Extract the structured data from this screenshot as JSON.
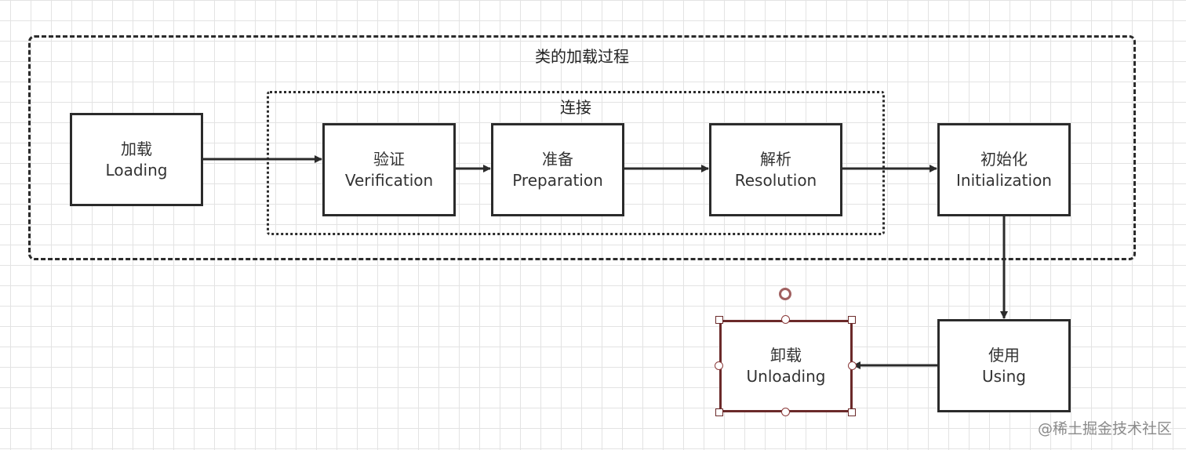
{
  "outer_frame": {
    "title": "类的加载过程"
  },
  "inner_frame": {
    "title": "连接"
  },
  "nodes": {
    "loading": {
      "zh": "加载",
      "en": "Loading"
    },
    "verification": {
      "zh": "验证",
      "en": "Verification"
    },
    "preparation": {
      "zh": "准备",
      "en": "Preparation"
    },
    "resolution": {
      "zh": "解析",
      "en": "Resolution"
    },
    "initialization": {
      "zh": "初始化",
      "en": "Initialization"
    },
    "using": {
      "zh": "使用",
      "en": "Using"
    },
    "unloading": {
      "zh": "卸载",
      "en": "Unloading"
    }
  },
  "edges": [
    {
      "from": "loading",
      "to": "verification"
    },
    {
      "from": "verification",
      "to": "preparation"
    },
    {
      "from": "preparation",
      "to": "resolution"
    },
    {
      "from": "resolution",
      "to": "initialization"
    },
    {
      "from": "initialization",
      "to": "using"
    },
    {
      "from": "using",
      "to": "unloading"
    }
  ],
  "selected_node": "unloading",
  "watermark": "@稀土掘金技术社区"
}
